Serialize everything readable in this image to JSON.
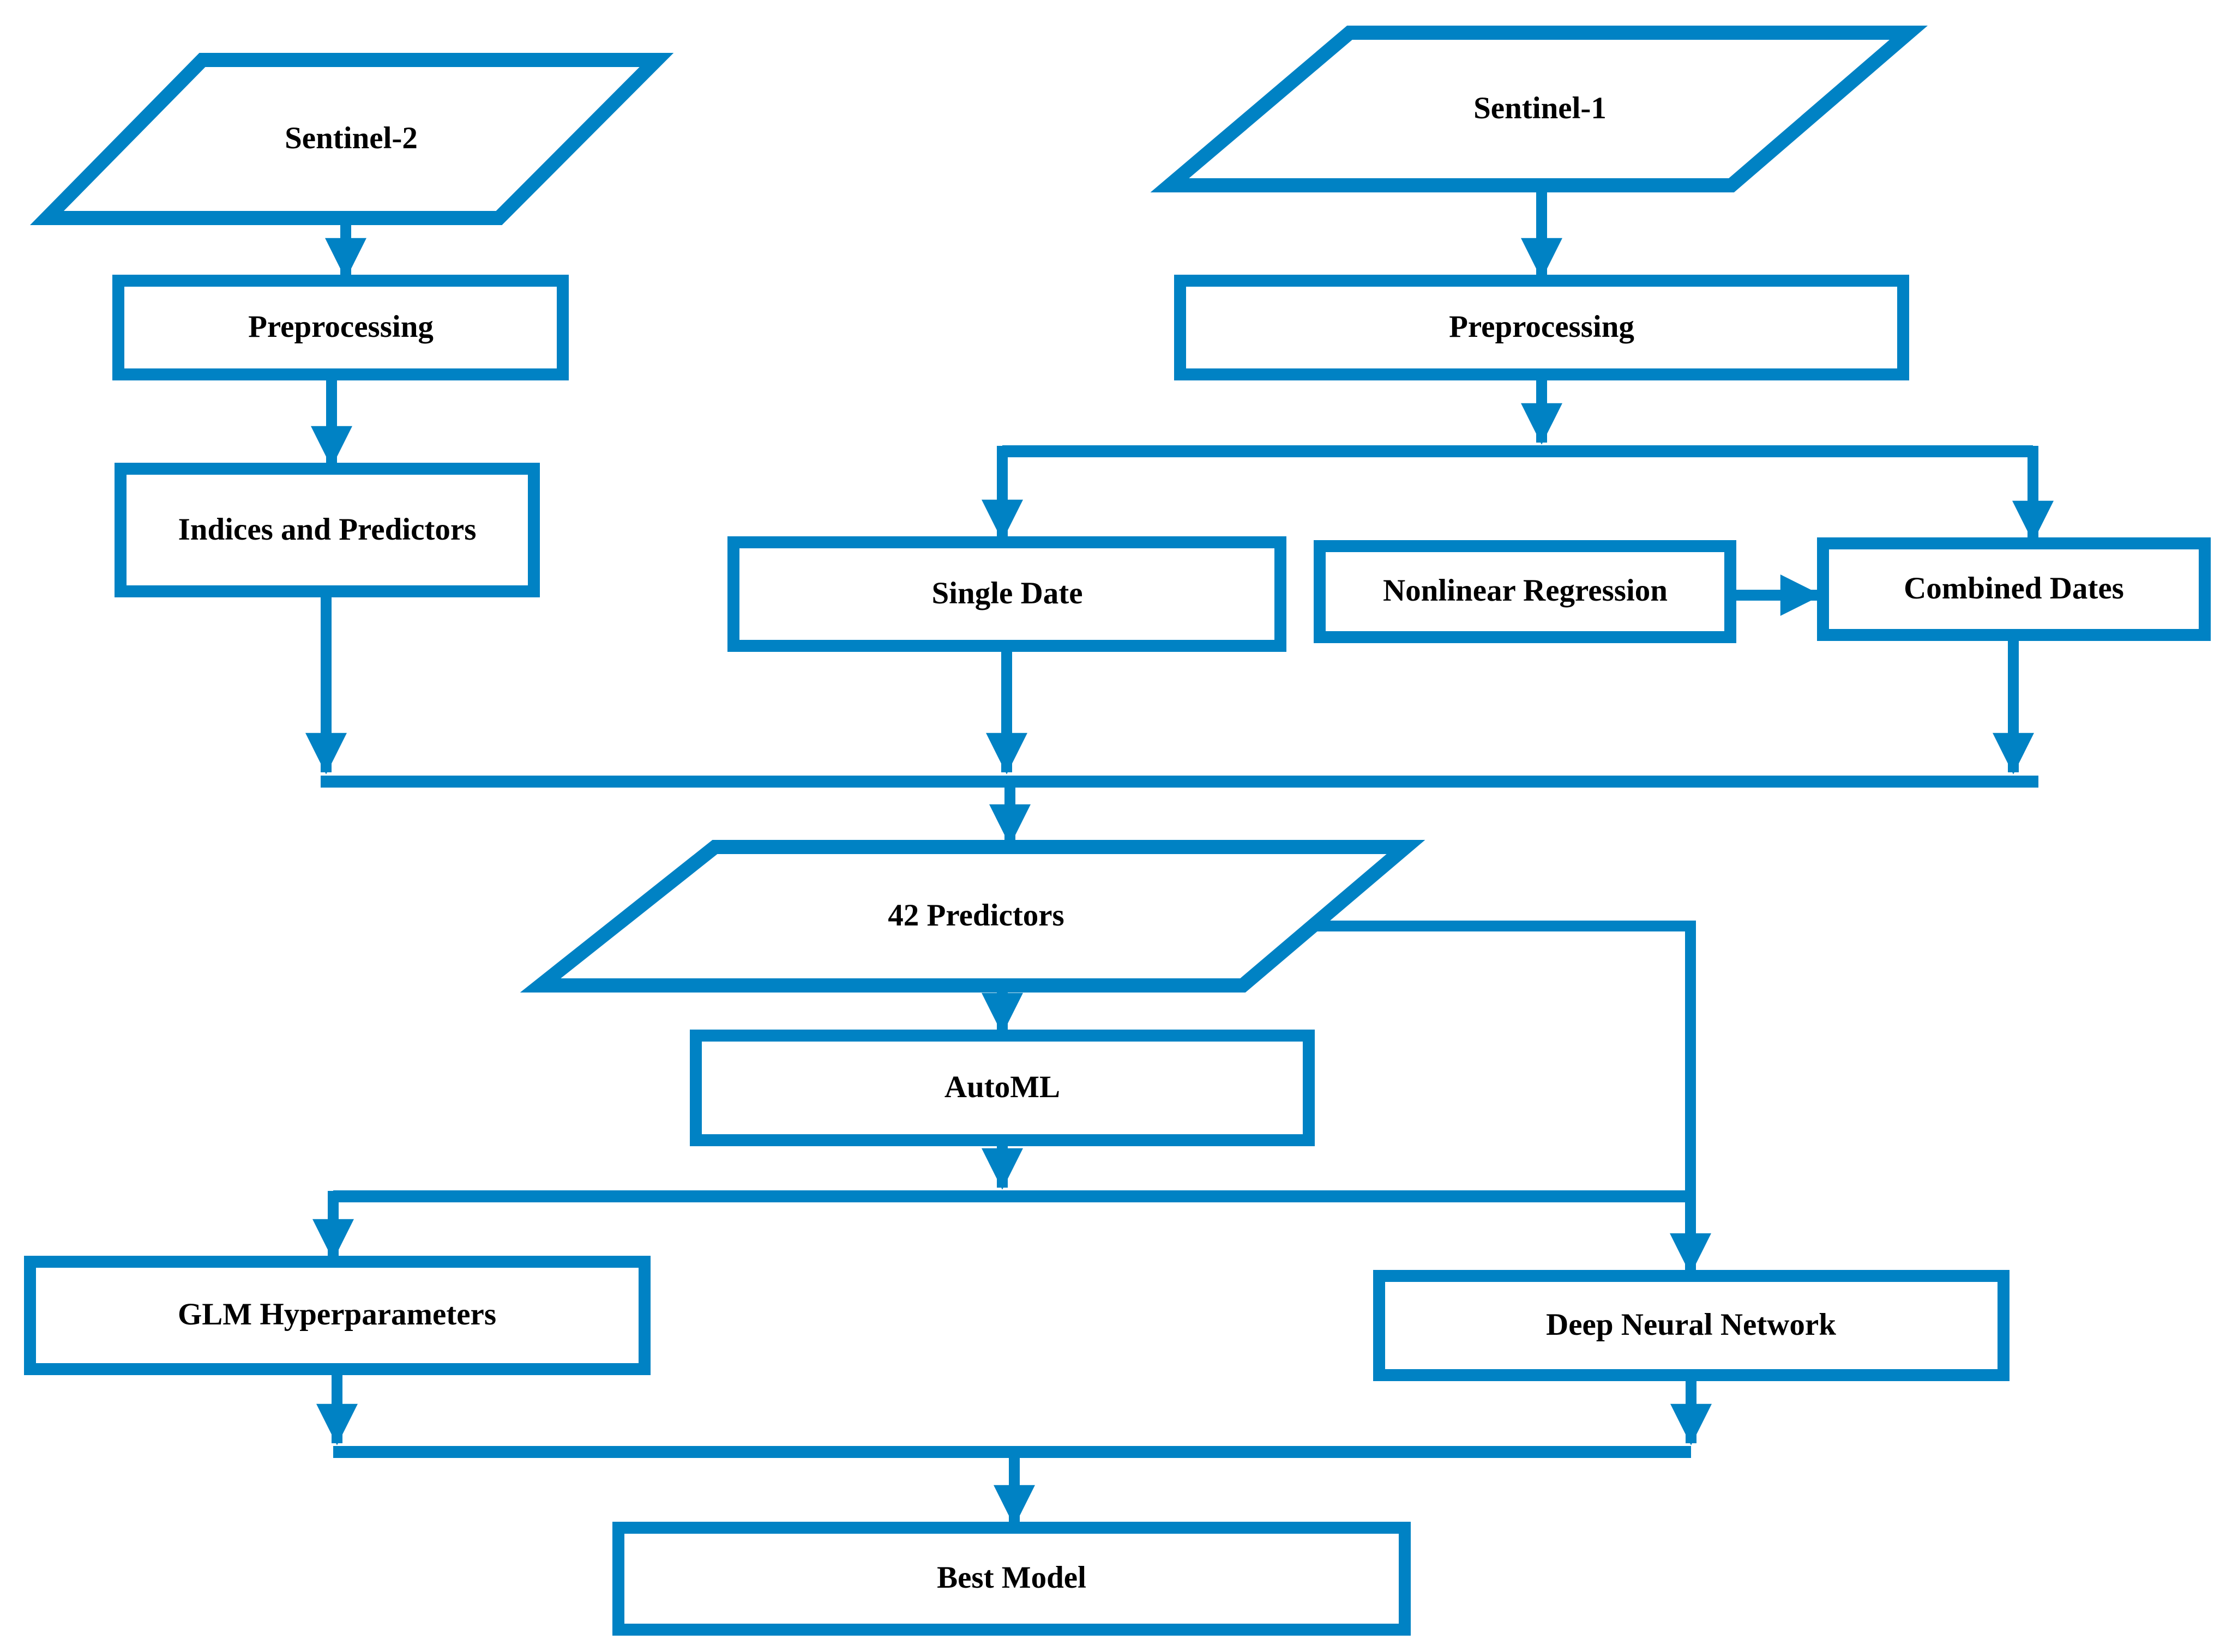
{
  "figure": {
    "type": "flowchart",
    "background": "#ffffff",
    "accent_color": "#0082C4",
    "text_color": "#000000",
    "nodes": {
      "sentinel2": {
        "label": "Sentinel-2",
        "shape": "parallelogram"
      },
      "preprocessing_s2": {
        "label": "Preprocessing",
        "shape": "rectangle"
      },
      "indices_predictors": {
        "label": "Indices and Predictors",
        "shape": "rectangle"
      },
      "sentinel1": {
        "label": "Sentinel-1",
        "shape": "parallelogram"
      },
      "preprocessing_s1": {
        "label": "Preprocessing",
        "shape": "rectangle"
      },
      "single_date": {
        "label": "Single Date",
        "shape": "rectangle"
      },
      "nonlinear_regression": {
        "label": "Nonlinear Regression",
        "shape": "rectangle"
      },
      "combined_dates": {
        "label": "Combined Dates",
        "shape": "rectangle"
      },
      "predictors_42": {
        "label": "42 Predictors",
        "shape": "parallelogram"
      },
      "automl": {
        "label": "AutoML",
        "shape": "rectangle"
      },
      "glm_hyperparameters": {
        "label": "GLM Hyperparameters",
        "shape": "rectangle"
      },
      "deep_neural_network": {
        "label": "Deep Neural Network",
        "shape": "rectangle"
      },
      "best_model": {
        "label": "Best Model",
        "shape": "rectangle"
      }
    },
    "edges": [
      {
        "from": "sentinel2",
        "to": "preprocessing_s2"
      },
      {
        "from": "preprocessing_s2",
        "to": "indices_predictors"
      },
      {
        "from": "indices_predictors",
        "to": "predictors_42"
      },
      {
        "from": "sentinel1",
        "to": "preprocessing_s1"
      },
      {
        "from": "preprocessing_s1",
        "to": "single_date"
      },
      {
        "from": "preprocessing_s1",
        "to": "combined_dates"
      },
      {
        "from": "nonlinear_regression",
        "to": "combined_dates"
      },
      {
        "from": "single_date",
        "to": "predictors_42"
      },
      {
        "from": "combined_dates",
        "to": "predictors_42"
      },
      {
        "from": "predictors_42",
        "to": "automl"
      },
      {
        "from": "predictors_42",
        "to": "deep_neural_network"
      },
      {
        "from": "automl",
        "to": "glm_hyperparameters"
      },
      {
        "from": "automl",
        "to": "deep_neural_network"
      },
      {
        "from": "glm_hyperparameters",
        "to": "best_model"
      },
      {
        "from": "deep_neural_network",
        "to": "best_model"
      }
    ]
  }
}
